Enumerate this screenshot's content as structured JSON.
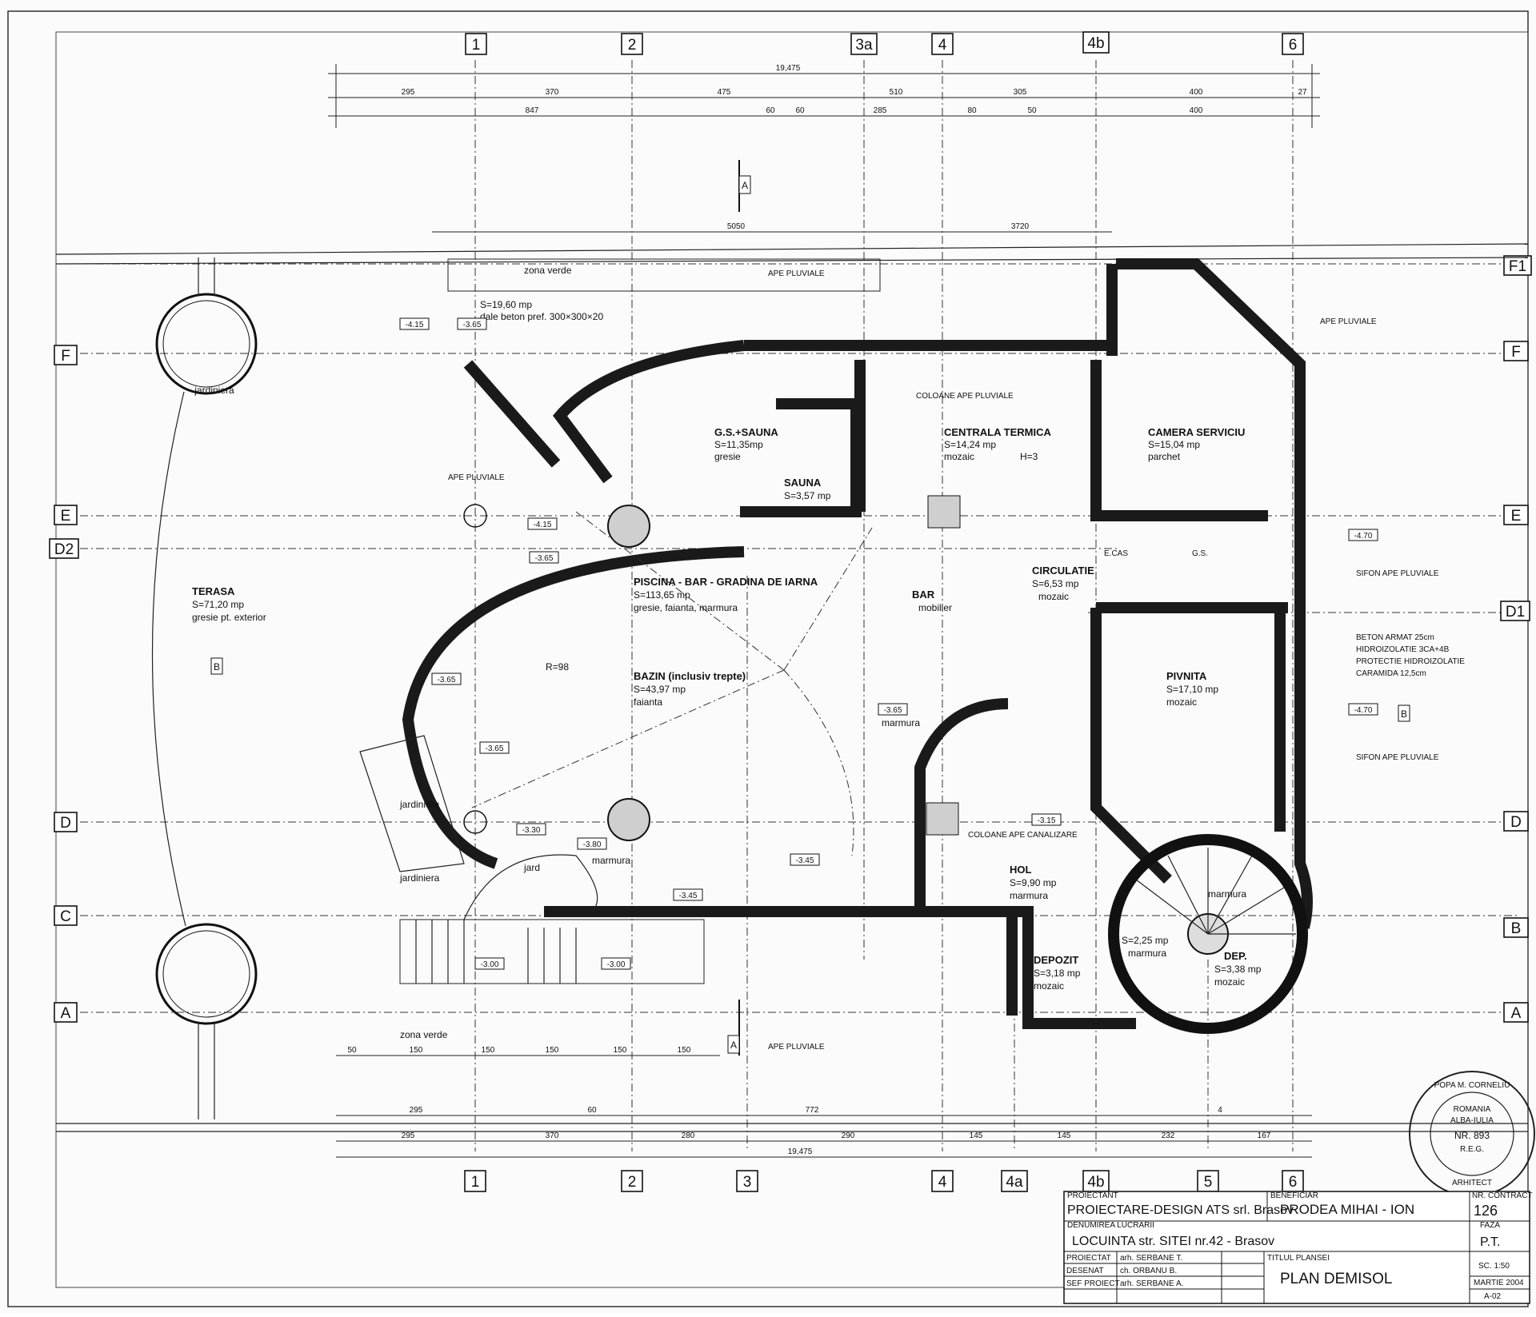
{
  "axes_top": [
    "1",
    "2",
    "3a",
    "4",
    "4b",
    "6"
  ],
  "axes_bottom": [
    "1",
    "2",
    "3",
    "4",
    "4a",
    "4b",
    "5",
    "6"
  ],
  "axes_left": [
    "F",
    "E",
    "D2",
    "D",
    "C",
    "A"
  ],
  "axes_right": [
    "F1",
    "F",
    "E",
    "D1",
    "D",
    "B",
    "A"
  ],
  "section_mark": "A",
  "section_mark_b": "B",
  "rooms": {
    "zona_verde_top": "zona verde",
    "dale": {
      "area": "S=19,60 mp",
      "finish": "dale beton pref. 300×300×20"
    },
    "gs_sauna": {
      "name": "G.S.+SAUNA",
      "area": "S=11,35mp",
      "finish": "gresie"
    },
    "sauna": {
      "name": "SAUNA",
      "area": "S=3,57 mp"
    },
    "centrala": {
      "name": "CENTRALA TERMICA",
      "area": "S=14,24 mp",
      "finish": "mozaic"
    },
    "camera": {
      "name": "CAMERA SERVICIU",
      "area": "S=15,04 mp",
      "finish": "parchet"
    },
    "terasa": {
      "name": "TERASA",
      "area": "S=71,20 mp",
      "finish": "gresie pt. exterior"
    },
    "piscina": {
      "name": "PISCINA - BAR - GRADINA DE IARNA",
      "area": "S=113,65 mp",
      "finish": "gresie, faianta, marmura"
    },
    "bazin": {
      "name": "BAZIN (inclusiv trepte)",
      "area": "S=43,97 mp",
      "finish": "faianta"
    },
    "bar": {
      "name": "BAR",
      "finish": "mobilier"
    },
    "circulatie": {
      "name": "CIRCULATIE",
      "area": "S=6,53 mp",
      "finish": "mozaic"
    },
    "pivnita": {
      "name": "PIVNITA",
      "area": "S=17,10 mp",
      "finish": "mozaic"
    },
    "hol": {
      "name": "HOL",
      "area": "S=9,90 mp",
      "finish": "marmura"
    },
    "depozit": {
      "name": "DEPOZIT",
      "area": "S=3,18 mp",
      "finish": "mozaic"
    },
    "dep": {
      "name": "DEP.",
      "area": "S=3,38 mp",
      "finish": "mozaic"
    },
    "scara": {
      "area": "S=2,25 mp",
      "finish": "marmura"
    },
    "scara_top": "marmura",
    "jardiniera_1": "jardiniera",
    "jardiniera_2": "jardiniera",
    "jardiniera_3": "jardiniera",
    "jard": "jard",
    "zona_verde_bottom": "zona verde",
    "marmura_hol": "marmura",
    "marmura_bottom": "marmura"
  },
  "labels": {
    "ape_pluviale": "APE PLUVIALE",
    "sifon": "SIFON APE PLUVIALE",
    "coloane": "COLOANE APE PLUVIALE",
    "coloane_canal": "COLOANE APE CANALIZARE",
    "beton_armat": "BETON ARMAT 25cm",
    "hidroizolatie": "HIDROIZOLATIE 3CA+4B",
    "protectie": "PROTECTIE HIDROIZOLATIE",
    "caramida": "CARAMIDA 12,5cm",
    "h3": "H=3",
    "ecas": "E.CAS",
    "gs_small": "G.S.",
    "r98": "R=98"
  },
  "dimensions_top_row1": [
    "295",
    "370",
    "475",
    "510",
    "305",
    "400",
    "27"
  ],
  "dimensions_top_row2": [
    "847",
    "60",
    "60",
    "285",
    "80",
    "50",
    "400"
  ],
  "dimension_total_top": "19,475",
  "dimensions_bottom_row1": [
    "50",
    "150",
    "150",
    "150",
    "150",
    "150"
  ],
  "dimensions_bottom_row2": [
    "295",
    "60",
    "772",
    "4"
  ],
  "dimensions_bottom_row3": [
    "295",
    "370",
    "280",
    "290",
    "145",
    "145",
    "232",
    "167"
  ],
  "dimension_total_bottom": "19,475",
  "dimension_mid": [
    "5050",
    "3720"
  ],
  "levels": [
    "-4.15",
    "-3.65",
    "-4.15",
    "-3.65",
    "-3.65",
    "-3.65",
    "-3.65",
    "-3.30",
    "-3.80",
    "-3.45",
    "-3.00",
    "-3.00",
    "-3.15",
    "-3.45",
    "-4.70",
    "-4.70"
  ],
  "stamp": {
    "name": "POPA M. CORNELIU",
    "country": "ROMANIA",
    "place": "ALBA-IULIA",
    "number": "NR. 893",
    "role": "ARHITECT",
    "reg": "R.E.G."
  },
  "title_block": {
    "proiectant_label": "PROIECTANT",
    "proiectant": "PROIECTARE-DESIGN ATS srl. Brasov",
    "beneficiar_label": "BENEFICIAR",
    "beneficiar": "PRODEA MIHAI - ION",
    "contract_label": "NR. CONTRACT",
    "contract": "126",
    "lucrare_label": "DENUMIREA LUCRARII",
    "lucrare": "LOCUINTA str. SITEI nr.42 - Brasov",
    "faza_label": "FAZA",
    "faza": "P.T.",
    "rows": [
      {
        "role": "PROIECTAT",
        "name": "arh. SERBANE T."
      },
      {
        "role": "DESENAT",
        "name": "ch. ORBANU B."
      },
      {
        "role": "SEF PROIECT",
        "name": "arh. SERBANE A."
      }
    ],
    "titlu_label": "TITLUL PLANSEI",
    "titlu": "PLAN DEMISOL",
    "scara": "SC. 1:50",
    "data": "MARTIE 2004",
    "plansa": "A-02"
  }
}
